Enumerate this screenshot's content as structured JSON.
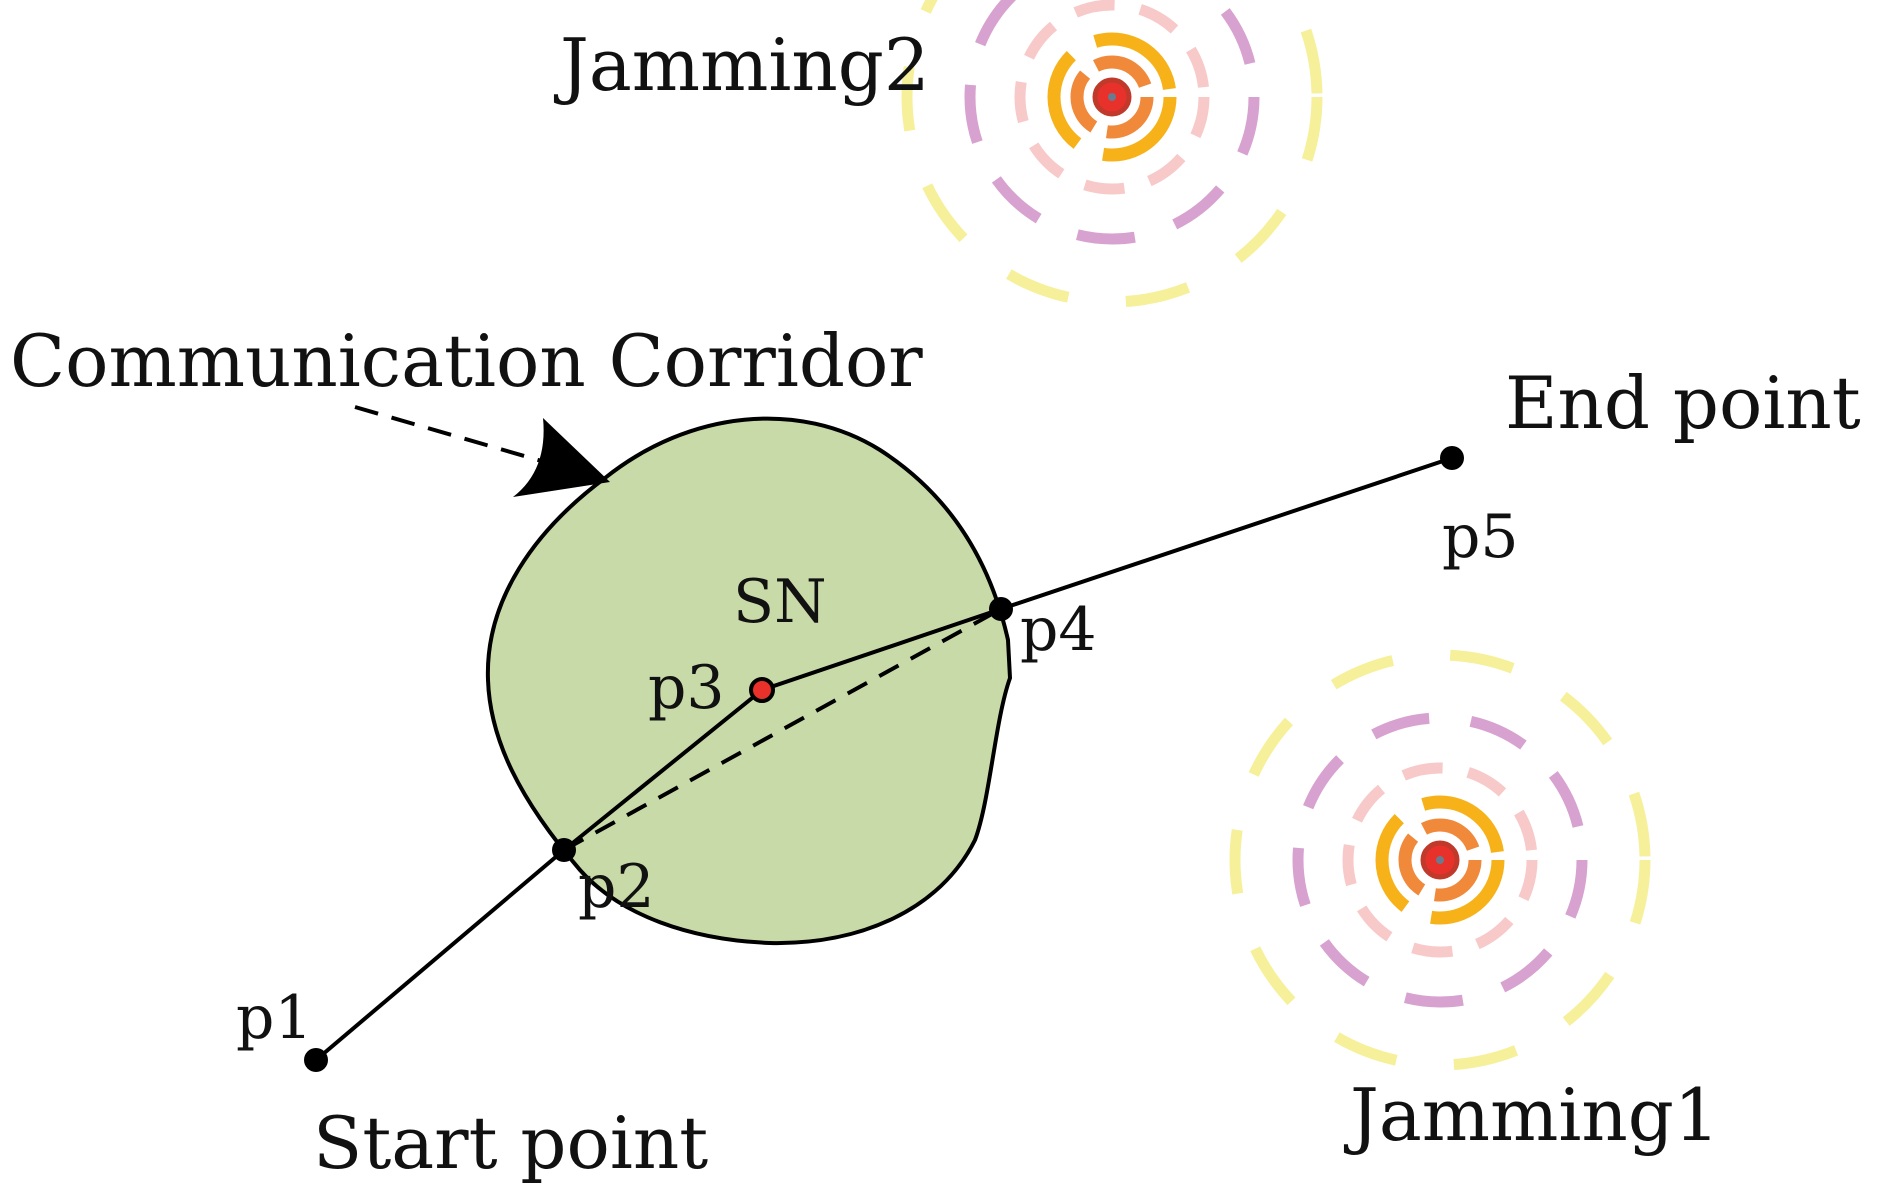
{
  "labels": {
    "jamming2": "Jamming2",
    "jamming1": "Jamming1",
    "corridor": "Communication Corridor",
    "end_point": "End point",
    "start_point": "Start point",
    "sn": "SN",
    "p1": "p1",
    "p2": "p2",
    "p3": "p3",
    "p4": "p4",
    "p5": "p5"
  },
  "colors": {
    "corridor_fill": "#c9daa9",
    "outline": "#000000",
    "sensor_node": "#e8312a",
    "ring_yellow": "#f6f09a",
    "ring_purple": "#d7a2cf",
    "ring_pink": "#f8c9c9",
    "ring_gold": "#f7b21a",
    "ring_orange": "#f0893a",
    "ring_core": "#e8312a"
  }
}
